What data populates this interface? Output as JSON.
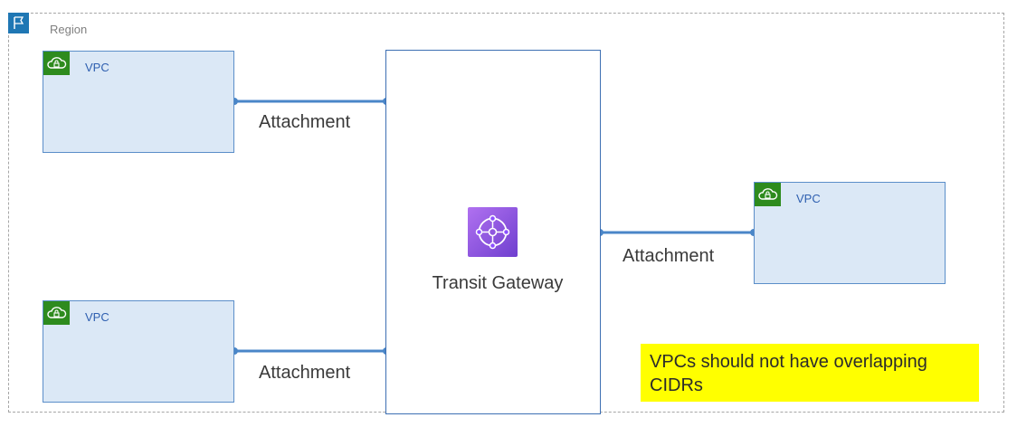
{
  "region": {
    "label": "Region",
    "icon": "region-flag-icon"
  },
  "vpcs": [
    {
      "label": "VPC",
      "icon": "vpc-cloud-lock-icon"
    },
    {
      "label": "VPC",
      "icon": "vpc-cloud-lock-icon"
    },
    {
      "label": "VPC",
      "icon": "vpc-cloud-lock-icon"
    }
  ],
  "gateway": {
    "label": "Transit Gateway",
    "icon": "transit-gateway-icon"
  },
  "attachments": [
    {
      "label": "Attachment"
    },
    {
      "label": "Attachment"
    },
    {
      "label": "Attachment"
    }
  ],
  "note": {
    "text": "VPCs should not have overlapping CIDRs",
    "color": "#ffff00"
  },
  "colors": {
    "vpc_fill": "#dbe8f6",
    "vpc_border": "#5b8ec9",
    "wire": "#4a86c8",
    "vpc_badge": "#2e8b1e",
    "gateway_badge": "#8c4fff"
  }
}
